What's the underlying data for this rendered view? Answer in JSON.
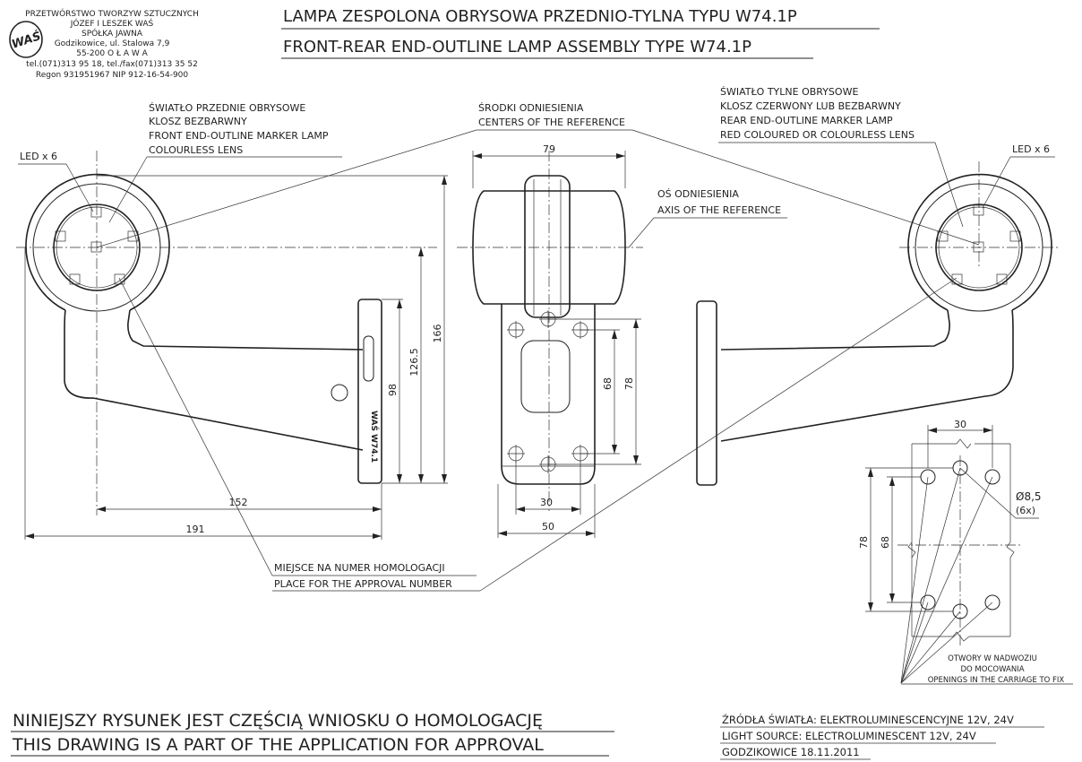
{
  "company": {
    "lines": [
      "PRZETWÓRSTWO TWORZYW SZTUCZNYCH",
      "JÓZEF I LESZEK WAŚ",
      "SPÓŁKA JAWNA",
      "Godzikowice, ul. Stalowa 7,9",
      "55-200  O Ł A W A",
      "tel.(071)313 95 18, tel./fax(071)313 35 52",
      "Regon 931951967 NIP 912-16-54-900"
    ],
    "logo": "WAŚ"
  },
  "title": {
    "pl": "LAMPA ZESPOLONA OBRYSOWA PRZEDNIO-TYLNA TYPU W74.1P",
    "en": "FRONT-REAR END-OUTLINE LAMP ASSEMBLY TYPE W74.1P"
  },
  "callouts": {
    "front_lamp": [
      "ŚWIATŁO PRZEDNIE OBRYSOWE",
      "KLOSZ BEZBARWNY",
      "FRONT END-OUTLINE MARKER LAMP",
      "COLOURLESS LENS"
    ],
    "centers": [
      "ŚRODKI ODNIESIENIA",
      "CENTERS OF THE REFERENCE"
    ],
    "axis": [
      "OŚ ODNIESIENIA",
      "AXIS OF THE REFERENCE"
    ],
    "rear_lamp": [
      "ŚWIATŁO TYLNE OBRYSOWE",
      "KLOSZ  CZERWONY LUB BEZBARWNY",
      "REAR END-OUTLINE MARKER LAMP",
      "RED COLOURED OR COLOURLESS LENS"
    ],
    "led_left": "LED x 6",
    "led_right": "LED x 6",
    "approval": [
      "MIEJSCE NA NUMER HOMOLOGACJI",
      "PLACE FOR THE APPROVAL NUMBER"
    ],
    "openings": [
      "OTWORY W NADWOZIU",
      "DO MOCOWANIA",
      "OPENINGS IN THE CARRIAGE TO FIX"
    ],
    "hole_dia": "Ø8,5",
    "hole_count": "(6x)",
    "marking": "WAŚ  W74.1"
  },
  "dimensions": {
    "d79": "79",
    "d166": "166",
    "d126_5": "126.5",
    "d98": "98",
    "d152": "152",
    "d191": "191",
    "d68": "68",
    "d78": "78",
    "d30": "30",
    "d50": "50",
    "r30": "30",
    "r78": "78",
    "r68": "68"
  },
  "footer": {
    "statement_pl": "NINIEJSZY RYSUNEK JEST CZĘŚCIĄ WNIOSKU O  HOMOLOGACJĘ",
    "statement_en": "THIS DRAWING IS A PART OF THE APPLICATION FOR  APPROVAL",
    "source_pl": "ŹRÓDŁA ŚWIATŁA: ELEKTROLUMINESCENCYJNE  12V, 24V",
    "source_en": "LIGHT SOURCE: ELECTROLUMINESCENT  12V, 24V",
    "place_date": "GODZIKOWICE 18.11.2011"
  }
}
